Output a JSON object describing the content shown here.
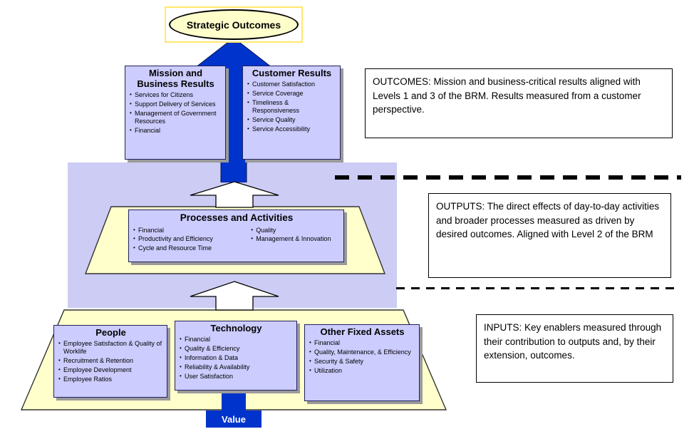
{
  "diagram": {
    "strategic_outcomes": "Strategic Outcomes",
    "value_label": "Value",
    "mission": {
      "title": "Mission and Business Results",
      "items": [
        "Services for Citizens",
        "Support Delivery of Services",
        "Management of Government Resources",
        "Financial"
      ]
    },
    "customer": {
      "title": "Customer Results",
      "items": [
        "Customer Satisfaction",
        "Service Coverage",
        "Timeliness & Responsiveness",
        "Service Quality",
        "Service Accessibility"
      ]
    },
    "processes": {
      "title": "Processes and Activities",
      "left_items": [
        "Financial",
        "Productivity and Efficiency",
        "Cycle and Resource Time"
      ],
      "right_items": [
        "Quality",
        "Management & Innovation"
      ]
    },
    "people": {
      "title": "People",
      "items": [
        "Employee Satisfaction & Quality of Worklife",
        "Recruitment & Retention",
        "Employee Development",
        "Employee Ratios"
      ]
    },
    "technology": {
      "title": "Technology",
      "items": [
        "Financial",
        "Quality & Efficiency",
        "Information & Data",
        "Reliability & Availability",
        "User Satisfaction"
      ]
    },
    "other_fixed_assets": {
      "title": "Other Fixed Assets",
      "items": [
        "Financial",
        "Quality, Maintenance, & Efficiency",
        "Security & Safety",
        "Utilization"
      ]
    },
    "annotations": {
      "outcomes": "OUTCOMES: Mission and business-critical results aligned with Levels 1 and 3 of the BRM.  Results measured from a customer perspective.",
      "outputs": "OUTPUTS: The direct effects of day-to-day activities and broader processes measured as driven by desired outcomes.  Aligned with Level 2 of the BRM",
      "inputs": "INPUTS: Key enablers measured through their contribution to outputs and, by their extension, outcomes."
    },
    "colors": {
      "lavender_box": "#ccccff",
      "lavender_band": "#ccccf5",
      "yellow": "#ffffcc",
      "blue": "#0033cc",
      "shadow": "#9a9a9a"
    }
  }
}
